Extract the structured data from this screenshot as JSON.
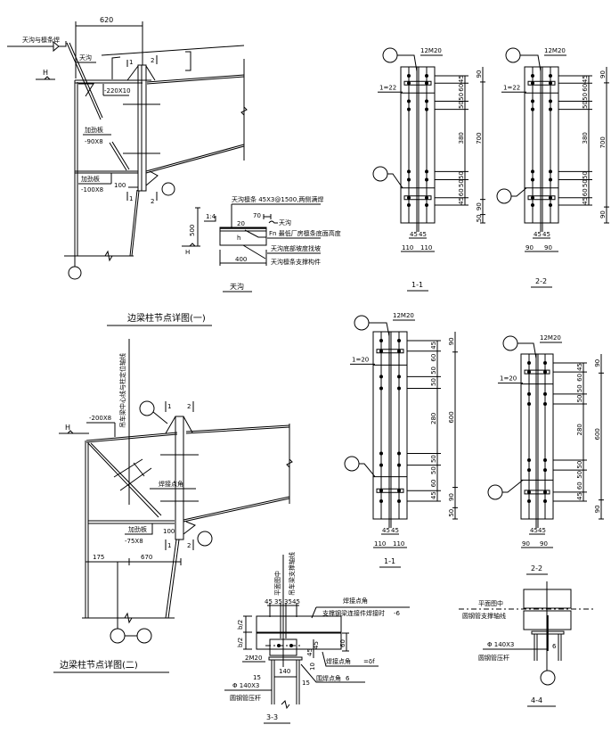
{
  "detail1": {
    "title": "边梁柱节点详图(一)",
    "dim_top": "620",
    "gutter_weld_note": "天沟与檩条焊",
    "gutter_label": "天沟",
    "level_mark": "H",
    "top_plate": "-220X10",
    "stiffener_label_1": "加劲板",
    "stiffener_size_1": "-90X8",
    "stiffener_label_2": "加劲板",
    "stiffener_size_2": "-100X8",
    "dim_100": "100",
    "sec_1": "1",
    "sec_2": "2"
  },
  "gutter_detail": {
    "title": "天沟",
    "purlin_note": "天沟檩条    45X3@1500,两侧满焊",
    "dim_70": "70",
    "dim_20": "20",
    "label_gutter": "天沟",
    "fn_note": "Fn 最低厂房檩条底面高度",
    "dim_500": "500",
    "dim_400": "400",
    "slope_note": "天沟底部坡度找坡",
    "support_note": "天沟檩条支撑构件",
    "level_mark": "H",
    "ratio": "1:4",
    "h_mark": "h"
  },
  "plates": [
    {
      "title": "1-1",
      "bolts": "12M20",
      "thickness": "1=22",
      "inner_dims": [
        "45",
        "60",
        "50",
        "50",
        "380",
        "50",
        "50",
        "60",
        "45"
      ],
      "outer_dims": [
        "90",
        "700",
        "90",
        "50"
      ],
      "bottom_inner": [
        "45",
        "45"
      ],
      "bottom_outer": [
        "110",
        "110"
      ]
    },
    {
      "title": "2-2",
      "bolts": "12M20",
      "thickness": "1=22",
      "inner_dims": [
        "45",
        "60",
        "50",
        "50",
        "380",
        "50",
        "50",
        "60",
        "45"
      ],
      "outer_dims": [
        "90",
        "700",
        "90"
      ],
      "bottom_inner": [
        "45",
        "45"
      ],
      "bottom_outer": [
        "90",
        "90"
      ]
    },
    {
      "title": "1-1",
      "bolts": "12M20",
      "thickness": "1=20",
      "inner_dims": [
        "45",
        "60",
        "50",
        "50",
        "280",
        "50",
        "50",
        "60",
        "45"
      ],
      "outer_dims": [
        "90",
        "600",
        "90",
        "50"
      ],
      "bottom_inner": [
        "45",
        "45"
      ],
      "bottom_outer": [
        "110",
        "110"
      ]
    },
    {
      "title": "2-2",
      "bolts": "12M20",
      "thickness": "1=20",
      "inner_dims": [
        "45",
        "60",
        "50",
        "50",
        "280",
        "50",
        "50",
        "60",
        "45"
      ],
      "outer_dims": [
        "90",
        "600",
        "90"
      ],
      "bottom_inner": [
        "45",
        "45"
      ],
      "bottom_outer": [
        "90",
        "90"
      ]
    }
  ],
  "detail2": {
    "title": "边梁柱节点详图(二)",
    "top_plate": "-200X8",
    "level_mark": "H",
    "axis_note": "吊车梁中心线与柱定位轴线",
    "bracket_label": "焊接点角",
    "stiffener_label": "加劲板",
    "stiffener_size": "-75X8",
    "dim_100": "100",
    "dim_175": "175",
    "dim_670": "670",
    "sec_1": "1",
    "sec_2": "2"
  },
  "section33": {
    "title": "3-3",
    "axis_note_1": "平面图中",
    "axis_note_2": "吊车梁支撑轴线",
    "dims_top": [
      "45",
      "35",
      "35",
      "45"
    ],
    "dim_b1": "b/2",
    "dim_b2": "b/2",
    "dim_60": "60",
    "dims_side": [
      "45",
      "45"
    ],
    "dim_10": "10",
    "dim_140": "140",
    "dim_15a": "15",
    "dim_15b": "15",
    "bolt": "2M20",
    "weld_note_label": "焊接点角",
    "weld_note_text": "支撑钢梁连接件焊接时",
    "weld_size_1": "-6",
    "plate_label": "焊接点角",
    "plate_size": "=δf",
    "weld_label": "围焊点角",
    "weld_size_2": "6",
    "pipe": "Φ 140X3",
    "pipe_note": "圆钢管压杆"
  },
  "section44": {
    "title": "4-4",
    "note_1": "平面图中",
    "note_2": "圆钢管支撑轴线",
    "pipe": "Φ 140X3",
    "pipe_note": "圆钢管压杆",
    "weld": "6"
  }
}
